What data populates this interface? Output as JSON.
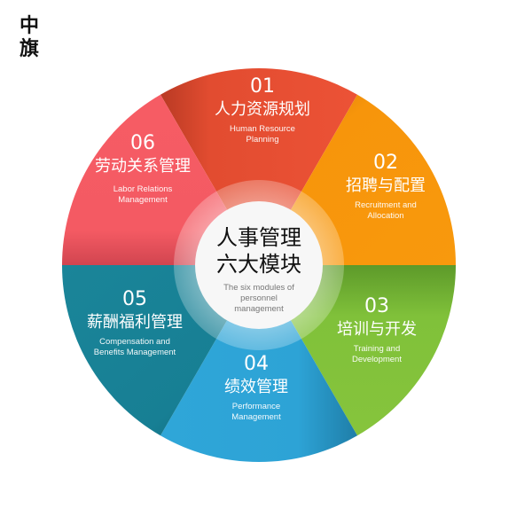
{
  "logo": {
    "line1": "中",
    "line2": "旗"
  },
  "center": {
    "title_line1": "人事管理",
    "title_line2": "六大模块",
    "subtitle_line1": "The six modules of",
    "subtitle_line2": "personnel",
    "subtitle_line3": "management"
  },
  "modules": [
    {
      "number": "01",
      "title": "人力资源规划",
      "en_line1": "Human Resource",
      "en_line2": "Planning",
      "color": "#ec5236"
    },
    {
      "number": "02",
      "title": "招聘与配置",
      "en_line1": "Recruitment and",
      "en_line2": "Allocation",
      "color": "#f7950b"
    },
    {
      "number": "03",
      "title": "培训与开发",
      "en_line1": "Training and",
      "en_line2": "Development",
      "color": "#80c13a"
    },
    {
      "number": "04",
      "title": "绩效管理",
      "en_line1": "Performance",
      "en_line2": "Management",
      "color": "#2da3d6"
    },
    {
      "number": "05",
      "title": "薪酬福利管理",
      "en_line1": "Compensation and",
      "en_line2": "Benefits Management",
      "color": "#177f94"
    },
    {
      "number": "06",
      "title": "劳动关系管理",
      "en_line1": "Labor Relations",
      "en_line2": "Management",
      "color": "#f45a63"
    }
  ]
}
